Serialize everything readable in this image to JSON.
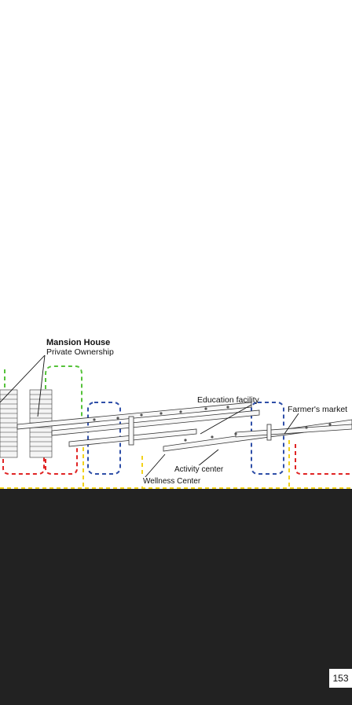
{
  "labels": {
    "mansion_house": "Mansion House",
    "private_ownership": "Private Ownership",
    "education_facility": "Education facility",
    "farmers_market": "Farmer's market",
    "activity_center": "Activity center",
    "wellness_center": "Wellness Center"
  },
  "page_number": "153",
  "colors": {
    "background_top": "#ffffff",
    "background_bottom": "#222222",
    "outline_green": "#55c23a",
    "outline_blue": "#2f4fa8",
    "outline_red": "#e02424",
    "outline_yellow": "#f2d21b",
    "linework": "#333333"
  }
}
